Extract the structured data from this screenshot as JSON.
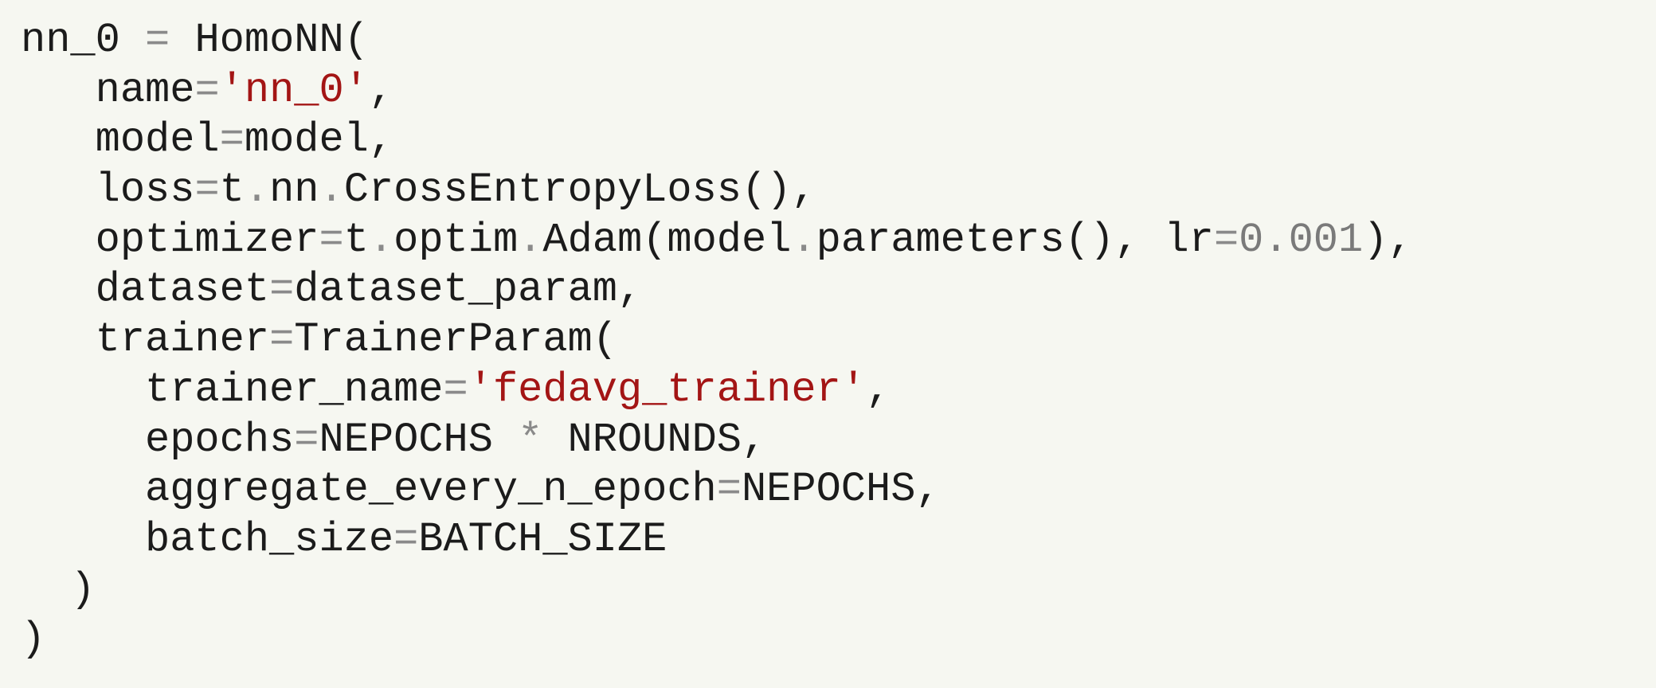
{
  "code": {
    "colors": {
      "background": "#f6f7f1",
      "text": "#1b1b1b",
      "string": "#a31515",
      "operator": "#8a8a8a",
      "number": "#7a7a7a"
    },
    "lines": [
      [
        {
          "t": "nn_0 ",
          "k": "plain"
        },
        {
          "t": "=",
          "k": "op"
        },
        {
          "t": " HomoNN(",
          "k": "plain"
        }
      ],
      [
        {
          "t": "   name",
          "k": "plain"
        },
        {
          "t": "=",
          "k": "op"
        },
        {
          "t": "'nn_0'",
          "k": "str"
        },
        {
          "t": ",",
          "k": "plain"
        }
      ],
      [
        {
          "t": "   model",
          "k": "plain"
        },
        {
          "t": "=",
          "k": "op"
        },
        {
          "t": "model,",
          "k": "plain"
        }
      ],
      [
        {
          "t": "   loss",
          "k": "plain"
        },
        {
          "t": "=",
          "k": "op"
        },
        {
          "t": "t",
          "k": "plain"
        },
        {
          "t": ".",
          "k": "op"
        },
        {
          "t": "nn",
          "k": "plain"
        },
        {
          "t": ".",
          "k": "op"
        },
        {
          "t": "CrossEntropyLoss(),",
          "k": "plain"
        }
      ],
      [
        {
          "t": "   optimizer",
          "k": "plain"
        },
        {
          "t": "=",
          "k": "op"
        },
        {
          "t": "t",
          "k": "plain"
        },
        {
          "t": ".",
          "k": "op"
        },
        {
          "t": "optim",
          "k": "plain"
        },
        {
          "t": ".",
          "k": "op"
        },
        {
          "t": "Adam(model",
          "k": "plain"
        },
        {
          "t": ".",
          "k": "op"
        },
        {
          "t": "parameters(), lr",
          "k": "plain"
        },
        {
          "t": "=",
          "k": "op"
        },
        {
          "t": "0.001",
          "k": "num"
        },
        {
          "t": "),",
          "k": "plain"
        }
      ],
      [
        {
          "t": "   dataset",
          "k": "plain"
        },
        {
          "t": "=",
          "k": "op"
        },
        {
          "t": "dataset_param,",
          "k": "plain"
        }
      ],
      [
        {
          "t": "   trainer",
          "k": "plain"
        },
        {
          "t": "=",
          "k": "op"
        },
        {
          "t": "TrainerParam(",
          "k": "plain"
        }
      ],
      [
        {
          "t": "     trainer_name",
          "k": "plain"
        },
        {
          "t": "=",
          "k": "op"
        },
        {
          "t": "'fedavg_trainer'",
          "k": "str"
        },
        {
          "t": ",",
          "k": "plain"
        }
      ],
      [
        {
          "t": "     epochs",
          "k": "plain"
        },
        {
          "t": "=",
          "k": "op"
        },
        {
          "t": "NEPOCHS ",
          "k": "plain"
        },
        {
          "t": "*",
          "k": "op"
        },
        {
          "t": " NROUNDS,",
          "k": "plain"
        }
      ],
      [
        {
          "t": "     aggregate_every_n_epoch",
          "k": "plain"
        },
        {
          "t": "=",
          "k": "op"
        },
        {
          "t": "NEPOCHS,",
          "k": "plain"
        }
      ],
      [
        {
          "t": "     batch_size",
          "k": "plain"
        },
        {
          "t": "=",
          "k": "op"
        },
        {
          "t": "BATCH_SIZE",
          "k": "plain"
        }
      ],
      [
        {
          "t": "  )",
          "k": "plain"
        }
      ],
      [
        {
          "t": ")",
          "k": "plain"
        }
      ]
    ]
  }
}
